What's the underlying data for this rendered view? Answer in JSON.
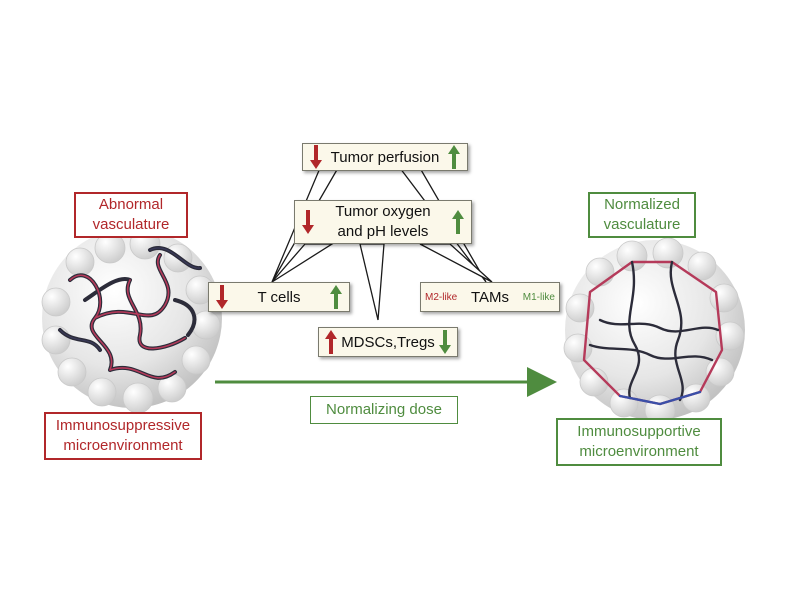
{
  "left": {
    "title_line1": "Abnormal",
    "title_line2": "vasculature",
    "bottom_line1": "Immunosuppressive",
    "bottom_line2": "microenvironment"
  },
  "right": {
    "title_line1": "Normalized",
    "title_line2": "vasculature",
    "bottom_line1": "Immunosupportive",
    "bottom_line2": "microenvironment"
  },
  "middle": {
    "perfusion": "Tumor perfusion",
    "oxygen_line1": "Tumor oxygen",
    "oxygen_line2": "and pH levels",
    "tcells": "T cells",
    "mdscs": "MDSCs,Tregs",
    "tams": "TAMs",
    "m2": "M2-like",
    "m1": "M1-like"
  },
  "dose_label": "Normalizing dose",
  "colors": {
    "red": "#b1272a",
    "green": "#4f8c3f",
    "box_fill": "#fbf8ea",
    "vessel_dark": "#2c2c3a",
    "vessel_red": "#b53a5a",
    "vessel_blue": "#3a4fa8"
  }
}
